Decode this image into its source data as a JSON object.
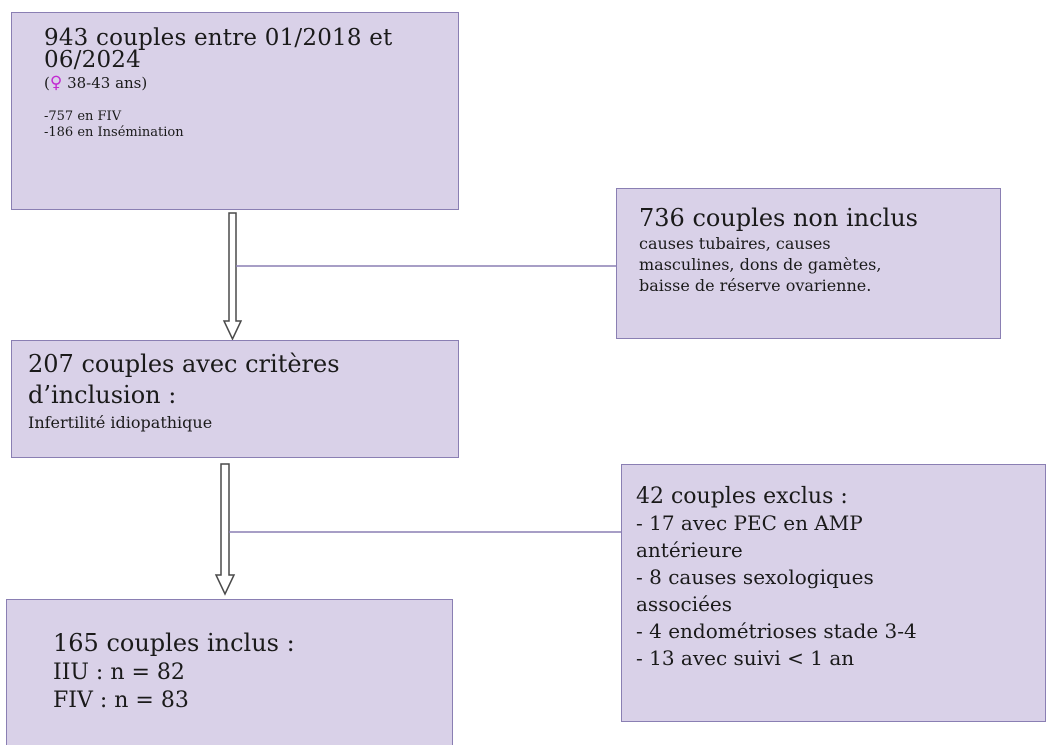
{
  "flowchart": {
    "start_box": {
      "title_line1": "943 couples entre 01/2018 et",
      "title_line2": "06/2024",
      "age_open": "(",
      "female_symbol": "♀",
      "age_text": " 38-43 ans)",
      "detail_fiv": "-757 en FIV",
      "detail_insemination": "-186 en Insémination"
    },
    "non_included_box": {
      "title": "736 couples non inclus",
      "line1": "causes tubaires, causes",
      "line2": "masculines, dons de gamètes,",
      "line3": "baisse de réserve ovarienne."
    },
    "criteria_box": {
      "title_line1": "207 couples avec critères",
      "title_line2": "d’inclusion :",
      "subtitle": "Infertilité idiopathique"
    },
    "excluded_box": {
      "title": "42 couples exclus :",
      "item1_line1": "- 17 avec PEC en AMP",
      "item1_line2": "antérieure",
      "item2_line1": "- 8 causes sexologiques",
      "item2_line2": "associées",
      "item3": "- 4 endométrioses stade 3-4",
      "item4": "- 13 avec suivi < 1 an"
    },
    "included_box": {
      "title": "165 couples inclus :",
      "iiu": "IIU : n = 82",
      "fiv": "FIV : n = 83"
    }
  },
  "colors": {
    "box_fill": "#d9d1e8",
    "box_border": "#8a7fb3",
    "female_symbol": "#c22ad1",
    "arrow": "#4a4a4a",
    "connector": "#8a7fb3"
  }
}
